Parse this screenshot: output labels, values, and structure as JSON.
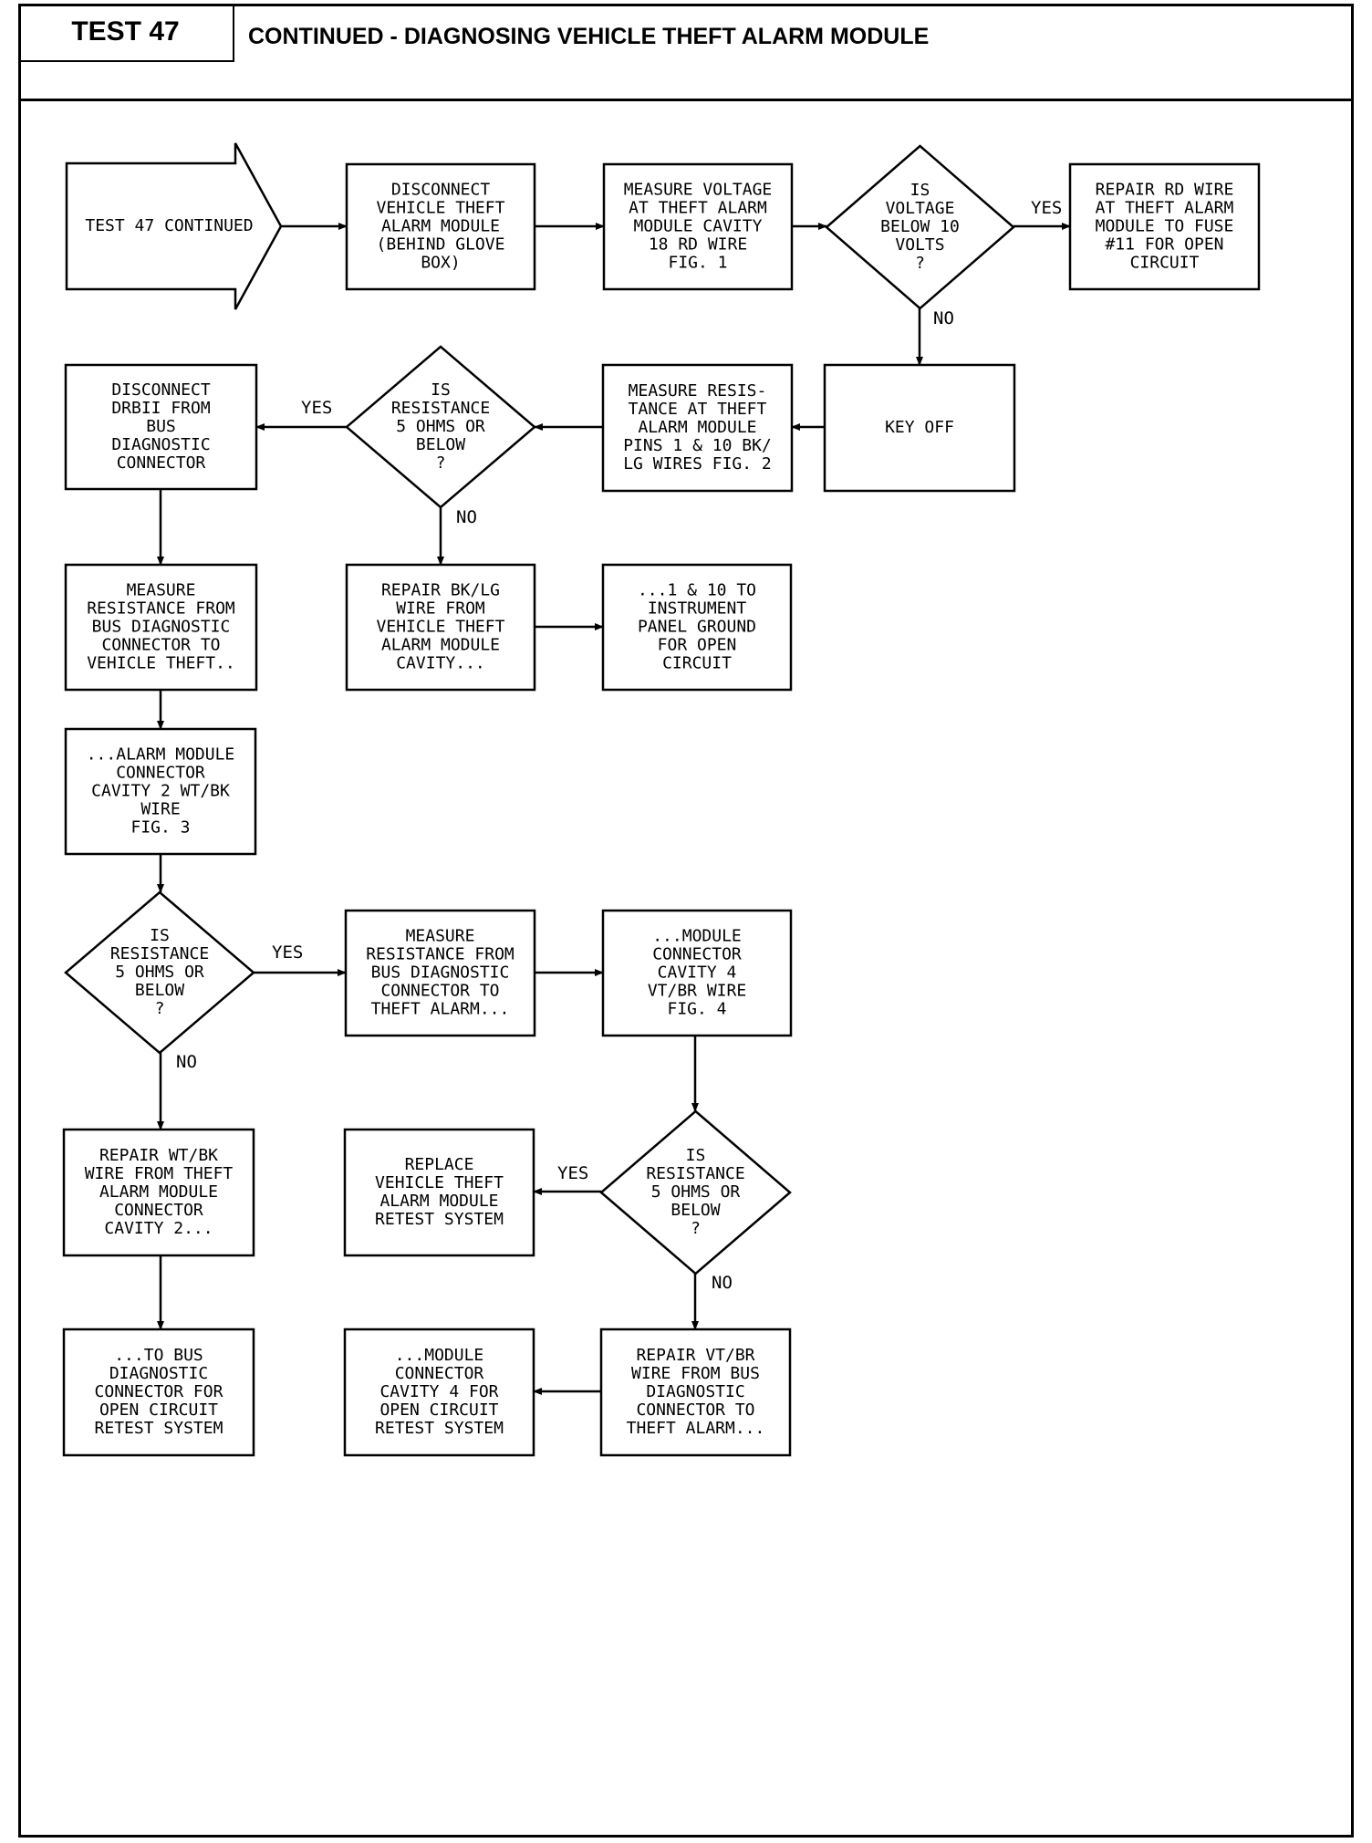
{
  "header": {
    "test_label": "TEST 47",
    "title": "CONTINUED - DIAGNOSING VEHICLE THEFT ALARM MODULE"
  },
  "nodes": [
    {
      "id": "start",
      "shape": "arrow",
      "lines": [
        "TEST 47 CONTINUED"
      ]
    },
    {
      "id": "disconnect-module",
      "shape": "box",
      "lines": [
        "DISCONNECT",
        "VEHICLE THEFT",
        "ALARM MODULE",
        "(BEHIND GLOVE",
        "BOX)"
      ]
    },
    {
      "id": "measure-voltage",
      "shape": "box",
      "lines": [
        "MEASURE VOLTAGE",
        "AT THEFT ALARM",
        "MODULE CAVITY",
        "18 RD WIRE",
        "FIG. 1"
      ]
    },
    {
      "id": "voltage-decision",
      "shape": "diamond",
      "lines": [
        "IS",
        "VOLTAGE",
        "BELOW 10",
        "VOLTS",
        "?"
      ]
    },
    {
      "id": "repair-rd-wire",
      "shape": "box",
      "lines": [
        "REPAIR RD WIRE",
        "AT THEFT ALARM",
        "MODULE TO FUSE",
        "#11 FOR OPEN",
        "CIRCUIT"
      ]
    },
    {
      "id": "key-off",
      "shape": "box",
      "lines": [
        "KEY OFF"
      ]
    },
    {
      "id": "measure-resistance-pins",
      "shape": "box",
      "lines": [
        "MEASURE RESIS-",
        "TANCE AT THEFT",
        "ALARM MODULE",
        "PINS 1 & 10 BK/",
        "LG WIRES FIG. 2"
      ]
    },
    {
      "id": "resistance-decision-1",
      "shape": "diamond",
      "lines": [
        "IS",
        "RESISTANCE",
        "5 OHMS OR",
        "BELOW",
        "?"
      ]
    },
    {
      "id": "disconnect-drbii",
      "shape": "box",
      "lines": [
        "DISCONNECT",
        "DRBII FROM",
        "BUS",
        "DIAGNOSTIC",
        "CONNECTOR"
      ]
    },
    {
      "id": "repair-bklg-wire",
      "shape": "box",
      "lines": [
        "REPAIR BK/LG",
        "WIRE FROM",
        "VEHICLE THEFT",
        "ALARM MODULE",
        "CAVITY..."
      ]
    },
    {
      "id": "repair-bklg-cont",
      "shape": "box",
      "lines": [
        "...1 & 10 TO",
        "INSTRUMENT",
        "PANEL GROUND",
        "FOR OPEN",
        "CIRCUIT"
      ]
    },
    {
      "id": "measure-resistance-bus",
      "shape": "box",
      "lines": [
        "MEASURE",
        "RESISTANCE FROM",
        "BUS DIAGNOSTIC",
        "CONNECTOR TO",
        "VEHICLE THEFT.."
      ]
    },
    {
      "id": "measure-resistance-bus-cont",
      "shape": "box",
      "lines": [
        "...ALARM MODULE",
        "CONNECTOR",
        "CAVITY 2 WT/BK",
        "WIRE",
        "FIG. 3"
      ]
    },
    {
      "id": "resistance-decision-2",
      "shape": "diamond",
      "lines": [
        "IS",
        "RESISTANCE",
        "5 OHMS OR",
        "BELOW",
        "?"
      ]
    },
    {
      "id": "measure-resistance-bus-2",
      "shape": "box",
      "lines": [
        "MEASURE",
        "RESISTANCE FROM",
        "BUS DIAGNOSTIC",
        "CONNECTOR TO",
        "THEFT ALARM..."
      ]
    },
    {
      "id": "measure-resistance-bus-2-cont",
      "shape": "box",
      "lines": [
        "...MODULE",
        "CONNECTOR",
        "CAVITY 4",
        "VT/BR WIRE",
        "FIG. 4"
      ]
    },
    {
      "id": "resistance-decision-3",
      "shape": "diamond",
      "lines": [
        "IS",
        "RESISTANCE",
        "5 OHMS OR",
        "BELOW",
        "?"
      ]
    },
    {
      "id": "replace-module",
      "shape": "box",
      "lines": [
        "REPLACE",
        "VEHICLE THEFT",
        "ALARM MODULE",
        "RETEST SYSTEM"
      ]
    },
    {
      "id": "repair-wtbk-wire",
      "shape": "box",
      "lines": [
        "REPAIR WT/BK",
        "WIRE FROM THEFT",
        "ALARM MODULE",
        "CONNECTOR",
        "CAVITY 2..."
      ]
    },
    {
      "id": "repair-wtbk-cont",
      "shape": "box",
      "lines": [
        "...TO BUS",
        "DIAGNOSTIC",
        "CONNECTOR FOR",
        "OPEN CIRCUIT",
        "RETEST SYSTEM"
      ]
    },
    {
      "id": "repair-vtbr-wire",
      "shape": "box",
      "lines": [
        "REPAIR VT/BR",
        "WIRE FROM BUS",
        "DIAGNOSTIC",
        "CONNECTOR TO",
        "THEFT ALARM..."
      ]
    },
    {
      "id": "repair-vtbr-cont",
      "shape": "box",
      "lines": [
        "...MODULE",
        "CONNECTOR",
        "CAVITY 4 FOR",
        "OPEN CIRCUIT",
        "RETEST SYSTEM"
      ]
    }
  ],
  "edges": [
    {
      "from": "start",
      "to": "disconnect-module",
      "label": ""
    },
    {
      "from": "disconnect-module",
      "to": "measure-voltage",
      "label": ""
    },
    {
      "from": "measure-voltage",
      "to": "voltage-decision",
      "label": ""
    },
    {
      "from": "voltage-decision",
      "to": "repair-rd-wire",
      "label": "YES"
    },
    {
      "from": "voltage-decision",
      "to": "key-off",
      "label": "NO"
    },
    {
      "from": "key-off",
      "to": "measure-resistance-pins",
      "label": ""
    },
    {
      "from": "measure-resistance-pins",
      "to": "resistance-decision-1",
      "label": ""
    },
    {
      "from": "resistance-decision-1",
      "to": "disconnect-drbii",
      "label": "YES"
    },
    {
      "from": "resistance-decision-1",
      "to": "repair-bklg-wire",
      "label": "NO"
    },
    {
      "from": "repair-bklg-wire",
      "to": "repair-bklg-cont",
      "label": ""
    },
    {
      "from": "disconnect-drbii",
      "to": "measure-resistance-bus",
      "label": ""
    },
    {
      "from": "measure-resistance-bus",
      "to": "measure-resistance-bus-cont",
      "label": ""
    },
    {
      "from": "measure-resistance-bus-cont",
      "to": "resistance-decision-2",
      "label": ""
    },
    {
      "from": "resistance-decision-2",
      "to": "measure-resistance-bus-2",
      "label": "YES"
    },
    {
      "from": "resistance-decision-2",
      "to": "repair-wtbk-wire",
      "label": "NO"
    },
    {
      "from": "measure-resistance-bus-2",
      "to": "measure-resistance-bus-2-cont",
      "label": ""
    },
    {
      "from": "measure-resistance-bus-2-cont",
      "to": "resistance-decision-3",
      "label": ""
    },
    {
      "from": "resistance-decision-3",
      "to": "replace-module",
      "label": "YES"
    },
    {
      "from": "resistance-decision-3",
      "to": "repair-vtbr-wire",
      "label": "NO"
    },
    {
      "from": "repair-wtbk-wire",
      "to": "repair-wtbk-cont",
      "label": ""
    },
    {
      "from": "repair-vtbr-wire",
      "to": "repair-vtbr-cont",
      "label": ""
    }
  ]
}
